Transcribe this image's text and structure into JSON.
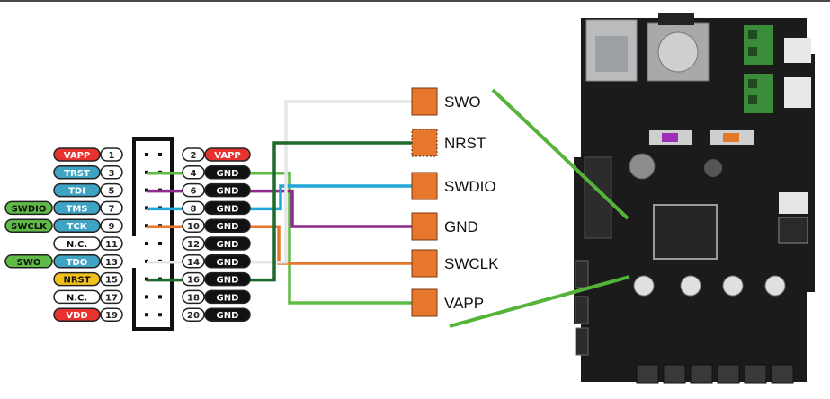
{
  "colors": {
    "red": "#e8322f",
    "blue": "#3fa3c4",
    "green": "#5fbb46",
    "yellow": "#f2c21b",
    "white": "#ffffff",
    "black": "#111111",
    "orange": "#e8772e",
    "purple": "#8e2a8e",
    "cyan": "#22a5d8",
    "darkgreen": "#1d6a2a",
    "lightgray": "#e6e6e6"
  },
  "left_pins": [
    {
      "num": "1",
      "label": "VAPP",
      "fill": "red"
    },
    {
      "num": "3",
      "label": "TRST",
      "fill": "blue"
    },
    {
      "num": "5",
      "label": "TDI",
      "fill": "blue"
    },
    {
      "num": "7",
      "label": "TMS",
      "fill": "blue",
      "alt": "SWDIO"
    },
    {
      "num": "9",
      "label": "TCK",
      "fill": "blue",
      "alt": "SWCLK"
    },
    {
      "num": "11",
      "label": "N.C.",
      "fill": "white"
    },
    {
      "num": "13",
      "label": "TDO",
      "fill": "blue",
      "alt": "SWO"
    },
    {
      "num": "15",
      "label": "NRST",
      "fill": "yellow"
    },
    {
      "num": "17",
      "label": "N.C.",
      "fill": "white"
    },
    {
      "num": "19",
      "label": "VDD",
      "fill": "red"
    }
  ],
  "right_pins": [
    {
      "num": "2",
      "label": "VAPP",
      "fill": "red"
    },
    {
      "num": "4",
      "label": "GND",
      "fill": "black"
    },
    {
      "num": "6",
      "label": "GND",
      "fill": "black"
    },
    {
      "num": "8",
      "label": "GND",
      "fill": "black"
    },
    {
      "num": "10",
      "label": "GND",
      "fill": "black"
    },
    {
      "num": "12",
      "label": "GND",
      "fill": "black"
    },
    {
      "num": "14",
      "label": "GND",
      "fill": "black"
    },
    {
      "num": "16",
      "label": "GND",
      "fill": "black"
    },
    {
      "num": "18",
      "label": "GND",
      "fill": "black"
    },
    {
      "num": "20",
      "label": "GND",
      "fill": "black"
    }
  ],
  "target_pins": [
    {
      "label": "SWO",
      "style": "solid"
    },
    {
      "label": "NRST",
      "style": "dashed"
    },
    {
      "label": "SWDIO",
      "style": "solid"
    },
    {
      "label": "GND",
      "style": "solid"
    },
    {
      "label": "SWCLK",
      "style": "solid"
    },
    {
      "label": "VAPP",
      "style": "solid"
    }
  ],
  "wires": [
    {
      "from_row": 1,
      "target": 5,
      "color": "green"
    },
    {
      "from_row": 2,
      "target": 3,
      "color": "purple"
    },
    {
      "from_row": 3,
      "target": 2,
      "color": "cyan"
    },
    {
      "from_row": 4,
      "target": 4,
      "color": "orange"
    },
    {
      "from_row": 6,
      "target": 0,
      "color": "lightgray"
    },
    {
      "from_row": 7,
      "target": 1,
      "color": "darkgreen"
    }
  ]
}
